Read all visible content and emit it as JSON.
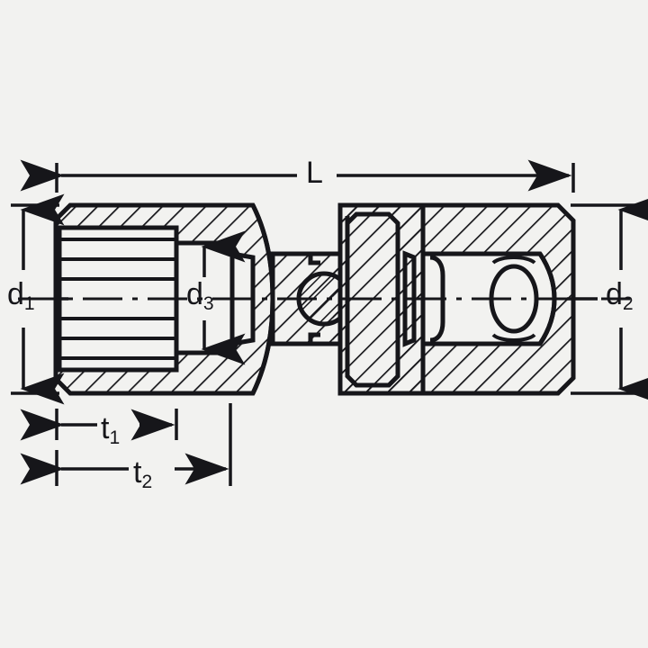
{
  "drawing": {
    "title": "Universal joint socket cross-section drawing",
    "subject": "universal-joint-socket",
    "view": "sectional-side-view",
    "background_color": "#f2f2f0",
    "line_color": "#16161a",
    "fill_color": "#f2f2f0"
  },
  "dimensions": {
    "length": {
      "symbol": "L",
      "label": "L",
      "sub": "",
      "orientation": "horizontal",
      "position": "top",
      "spans": "overall length of universal joint socket"
    },
    "socket_diameter": {
      "symbol": "d",
      "label": "d",
      "sub": "1",
      "orientation": "vertical",
      "position": "left",
      "spans": "outside diameter of socket end"
    },
    "drive_diameter": {
      "symbol": "d",
      "label": "d",
      "sub": "2",
      "orientation": "vertical",
      "position": "right",
      "spans": "outside diameter of square drive end"
    },
    "bore_diameter": {
      "symbol": "d",
      "label": "d",
      "sub": "3",
      "orientation": "vertical",
      "position": "center-left",
      "spans": "internal bore diameter"
    },
    "socket_depth": {
      "symbol": "t",
      "label": "t",
      "sub": "1",
      "orientation": "horizontal",
      "position": "bottom",
      "spans": "socket engagement depth"
    },
    "socket_length": {
      "symbol": "t",
      "label": "t",
      "sub": "2",
      "orientation": "horizontal",
      "position": "bottom",
      "spans": "socket head length"
    }
  },
  "features": [
    {
      "name": "twelve-point-socket-profile",
      "side": "left"
    },
    {
      "name": "internal-bore",
      "side": "left-center"
    },
    {
      "name": "hatched-section-wall",
      "side": "both"
    },
    {
      "name": "pivot-pin",
      "side": "center"
    },
    {
      "name": "yoke-joint",
      "side": "center"
    },
    {
      "name": "square-drive-opening",
      "side": "right"
    },
    {
      "name": "ball-detent",
      "side": "right"
    }
  ]
}
